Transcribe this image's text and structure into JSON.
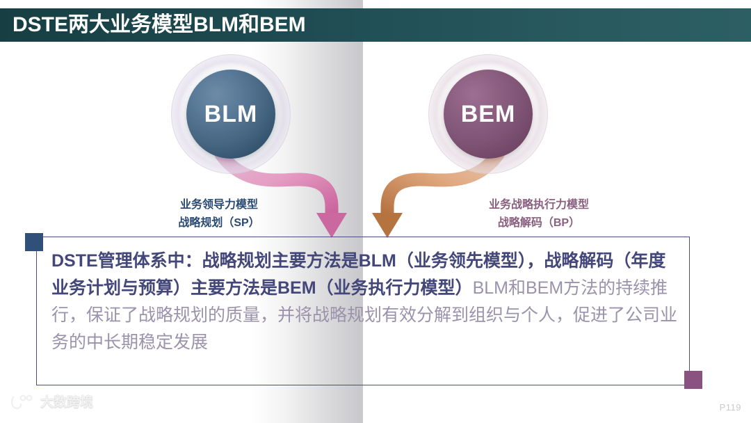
{
  "slide": {
    "title": "DSTE两大业务模型BLM和BEM",
    "page_number": "P119",
    "colors": {
      "title_bar": "#1d4a50",
      "blm_ball": "#456580",
      "bem_ball": "#7d5273",
      "left_arrow": "#d97fb0",
      "right_arrow": "#d99a6e",
      "frame_border": "#4a4f78",
      "corner_top_left": "#2f5179",
      "corner_bottom_right": "#8a5280",
      "bold_text": "#43477a",
      "light_text": "#9a93ab"
    }
  },
  "nodes": {
    "left": {
      "label": "BLM",
      "caption_line1": "业务领导力模型",
      "caption_line2": "战略规划（SP）"
    },
    "right": {
      "label": "BEM",
      "caption_line1": "业务战略执行力模型",
      "caption_line2": "战略解码（BP）"
    }
  },
  "body": {
    "bold_part": "DSTE管理体系中：战略规划主要方法是BLM（业务领先模型），战略解码（年度业务计划与预算）主要方法是BEM（业务执行力模型）",
    "light_part": "BLM和BEM方法的持续推行，保证了战略规划的质量，并将战略规划有效分解到组织与个人，促进了公司业务的中长期稳定发展"
  },
  "footer": {
    "watermark_text": "大数跨境",
    "watermark_icon": "paw-logo-icon"
  }
}
